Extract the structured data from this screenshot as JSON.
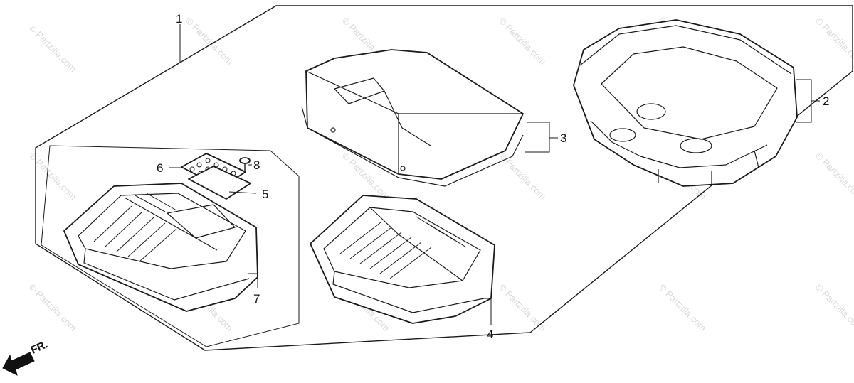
{
  "diagram": {
    "callouts": [
      {
        "id": "1",
        "label": "1"
      },
      {
        "id": "2",
        "label": "2"
      },
      {
        "id": "3",
        "label": "3"
      },
      {
        "id": "4",
        "label": "4"
      },
      {
        "id": "5",
        "label": "5"
      },
      {
        "id": "6",
        "label": "6"
      },
      {
        "id": "7",
        "label": "7"
      },
      {
        "id": "8",
        "label": "8"
      }
    ],
    "direction_label": "FR.",
    "watermark": "© Partzilla.com"
  }
}
